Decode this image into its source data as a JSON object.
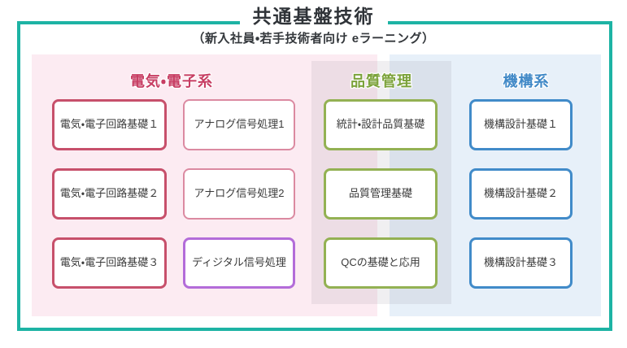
{
  "diagram": {
    "title": "共通基盤技術",
    "subtitle": "（新入社員・若手技術者向け eラーニング）",
    "groups": {
      "electric": {
        "header": "電気・電子系",
        "col_a": [
          "電気・電子回路基礎１",
          "電気・電子回路基礎２",
          "電気・電子回路基礎３"
        ],
        "col_b": [
          "アナログ信号処理1",
          "アナログ信号処理2",
          "ディジタル信号処理"
        ]
      },
      "quality": {
        "header": "品質管理",
        "items": [
          "統計・設計品質基礎",
          "品質管理基礎",
          "QCの基礎と応用"
        ]
      },
      "mechanical": {
        "header": "機構系",
        "items": [
          "機構設計基礎１",
          "機構設計基礎２",
          "機構設計基礎３"
        ]
      }
    },
    "colors": {
      "frame_teal": "#1db3a4",
      "electric_panel_bg": "#fcebf2",
      "mechanical_panel_bg": "#e7f0f9",
      "quality_overlay_bg": "rgba(109,98,119,0.10)",
      "electric_header_text": "#c73e63",
      "quality_header_text": "#7ba23a",
      "mechanical_header_text": "#4189c7",
      "electric_box_border": "#c7506b",
      "analog_box_border": "#db8aa1",
      "digital_box_border": "#b36cd9",
      "quality_box_border": "#93b153",
      "mechanical_box_border": "#418bc9"
    }
  }
}
